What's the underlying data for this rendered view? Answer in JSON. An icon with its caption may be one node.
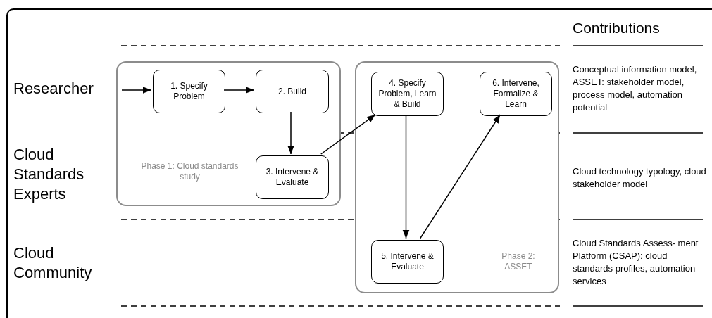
{
  "diagram": {
    "nodes": [
      {
        "text": [
          "Phase 1: Cloud standards study"
        ]
      },
      {
        "text": [
          "1. Specify Problem"
        ],
        "in": 0
      },
      {
        "text": [
          "2. Build"
        ],
        "in": 0
      },
      {
        "text": [
          "3. Intervene & Evaluate"
        ],
        "in": 0
      },
      {
        "text": [
          "Phase 2: ASSET"
        ]
      },
      {
        "text": [
          "4. Specify Problem, Learn & Build"
        ],
        "in": 4
      },
      {
        "text": [
          "6. Intervene, Formalize & Learn"
        ],
        "in": 4
      },
      {
        "text": [
          "5. Intervene & Evaluate"
        ],
        "in": 4
      }
    ],
    "edges": [
      {
        "from": null,
        "to": 1,
        "arrow": "to"
      },
      {
        "from": 1,
        "to": 2,
        "arrow": "to"
      },
      {
        "from": 2,
        "to": 3,
        "arrow": "to"
      },
      {
        "from": 3,
        "to": 5,
        "arrow": "to"
      },
      {
        "from": 5,
        "to": 7,
        "arrow": "to"
      },
      {
        "from": 7,
        "to": 6,
        "arrow": "to"
      }
    ],
    "labels": [
      "Contributions",
      "Researcher",
      "Conceptual information model, ASSET: stakeholder model, process model, automation potential",
      "Cloud Standards Experts",
      "Cloud technology typology, cloud stakeholder model",
      "Cloud Community",
      "Cloud Standards Assess- ment Platform (CSAP): cloud standards profiles, automation services"
    ]
  }
}
